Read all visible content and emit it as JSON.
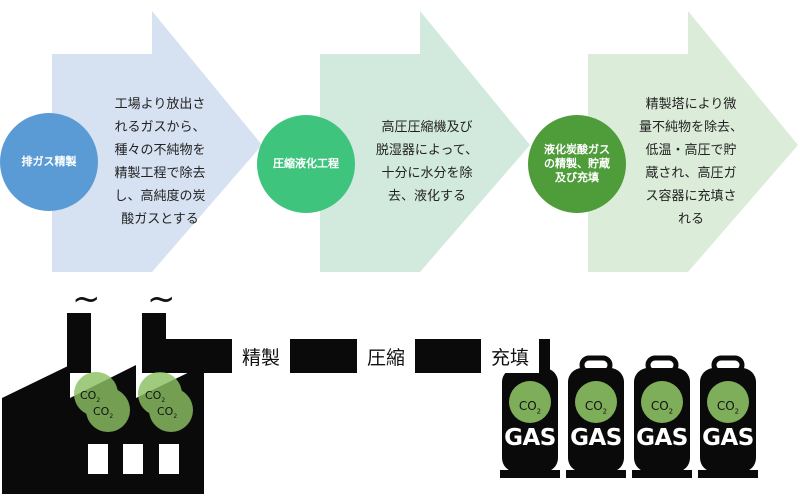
{
  "steps": [
    {
      "circle_label": "排ガス精製",
      "circle_color": "#5b9bd5",
      "arrow_color": "#d6e1f1",
      "lines": [
        "工場より放出さ",
        "れるガスから、",
        "種々の不純物を",
        "精製工程で除去",
        "し、高純度の炭",
        "酸ガスとする"
      ]
    },
    {
      "circle_label": "圧縮液化工程",
      "circle_color": "#3ec47d",
      "arrow_color": "#d2e9de",
      "lines": [
        "高圧圧縮機及び",
        "脱湿器によって、",
        "十分に水分を除",
        "去、液化する"
      ]
    },
    {
      "circle_label_lines": [
        "液化炭酸ガス",
        "の精製、貯蔵",
        "及び充填"
      ],
      "circle_color": "#4f9c3a",
      "arrow_color": "#dbecd9",
      "lines": [
        "精製塔により微",
        "量不純物を除去、",
        "低温・高圧で貯",
        "蔵され、高圧ガ",
        "ス容器に充填さ",
        "れる"
      ]
    }
  ],
  "pipeline": {
    "labels": [
      "精製",
      "圧縮",
      "充填"
    ]
  },
  "factory": {
    "smoke_glyph": "~",
    "co2_main": "CO",
    "co2_sub": "2"
  },
  "cylinders": {
    "count": 4,
    "co2_main": "CO",
    "co2_sub": "2",
    "label": "GAS"
  },
  "colors": {
    "bubble": "#8cc063",
    "dark": "#0a0a0a"
  }
}
